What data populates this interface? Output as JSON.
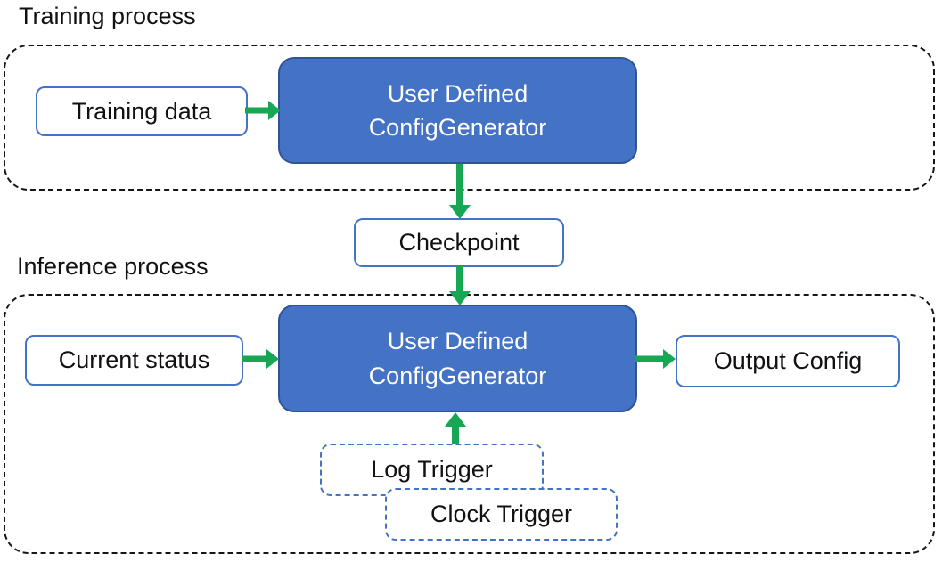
{
  "colors": {
    "node_fill_blue": "#4472C4",
    "node_border_dark_blue": "#2F5496",
    "arrow_green": "#17A653",
    "container_dash_black": "#161616",
    "text_black": "#111111",
    "text_on_blue": "#ffffff"
  },
  "training": {
    "label": "Training process",
    "input_box": "Training data",
    "generator": {
      "line1": "User Defined",
      "line2": "ConfigGenerator"
    }
  },
  "checkpoint": {
    "label": "Checkpoint"
  },
  "inference": {
    "label": "Inference process",
    "input_box": "Current status",
    "generator": {
      "line1": "User Defined",
      "line2": "ConfigGenerator"
    },
    "output_box": "Output Config",
    "log_trigger": "Log Trigger",
    "clock_trigger": "Clock Trigger"
  }
}
